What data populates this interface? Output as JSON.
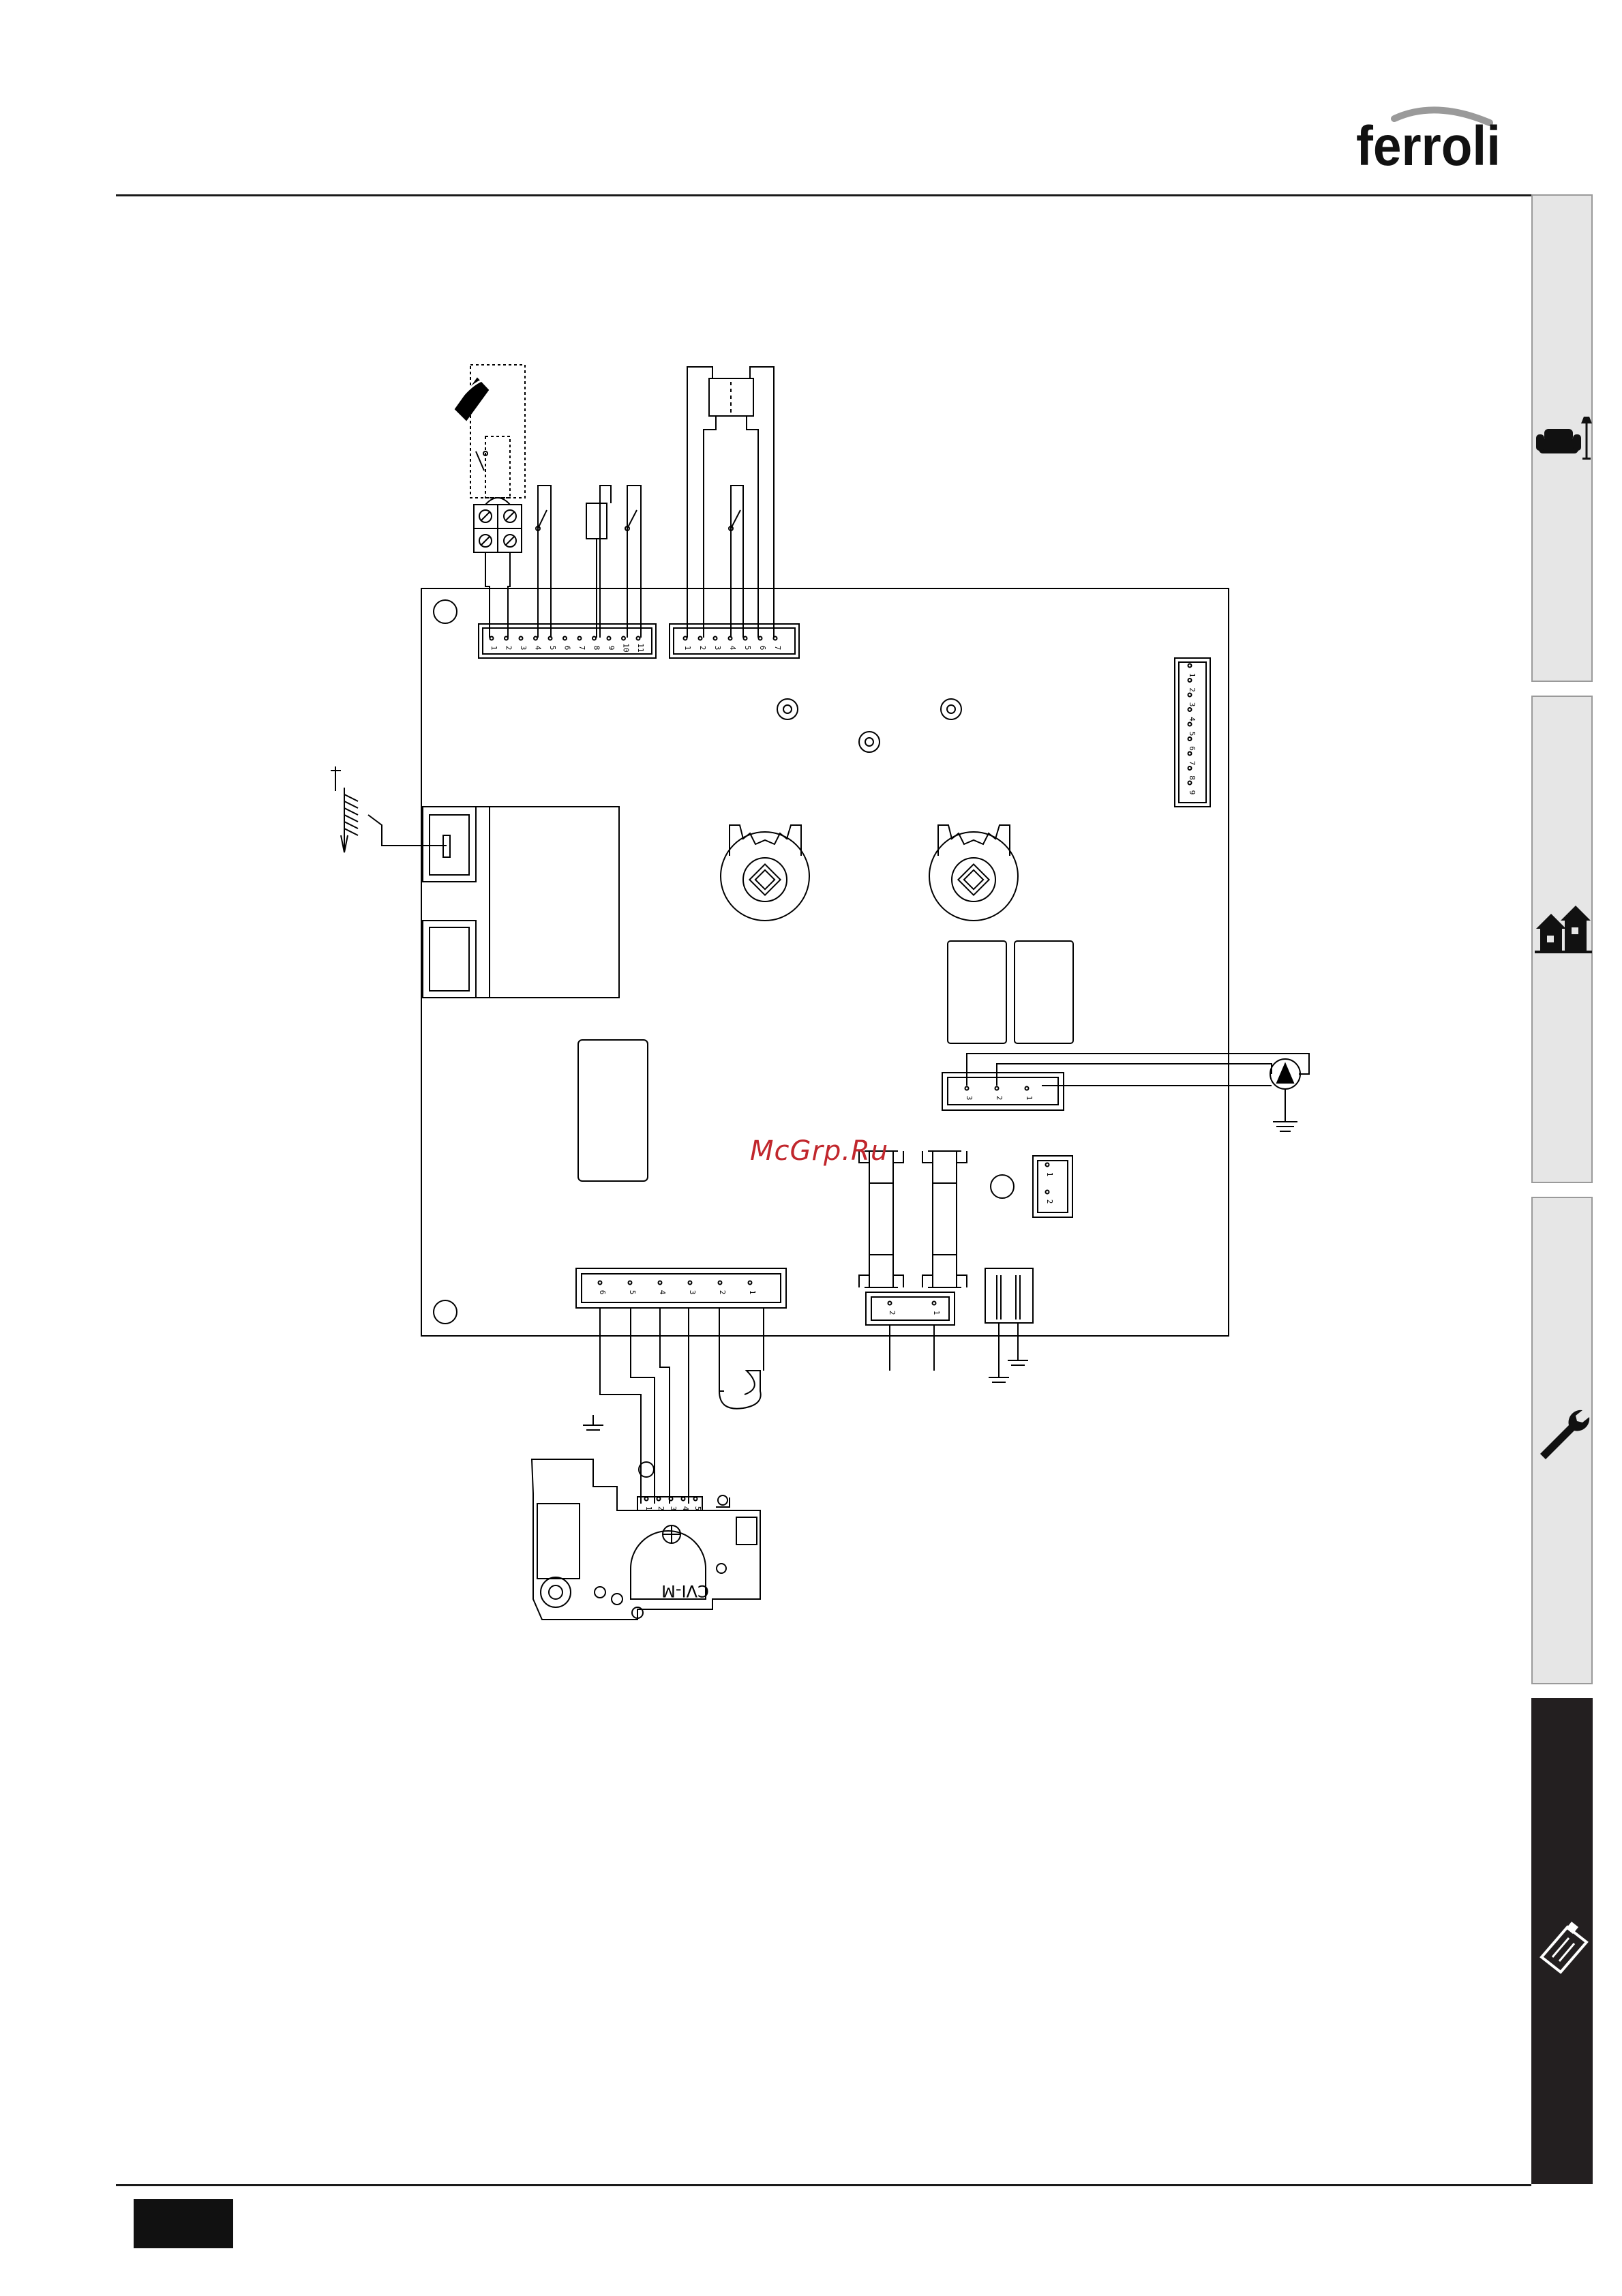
{
  "brand": {
    "name": "ferroli"
  },
  "watermark": {
    "text": "McGrp.Ru"
  },
  "valve": {
    "label": "CVI-M"
  },
  "connectors": {
    "top_left_pins": [
      "1",
      "2",
      "3",
      "4",
      "5",
      "6",
      "7",
      "8",
      "9",
      "10",
      "11"
    ],
    "top_right_pins": [
      "1",
      "2",
      "3",
      "4",
      "5",
      "6",
      "7"
    ],
    "right_side_pins": [
      "1",
      "2",
      "3",
      "4",
      "5",
      "6",
      "7",
      "8",
      "9"
    ],
    "pump_pins": [
      "3",
      "2",
      "1"
    ],
    "small_right_pins": [
      "1",
      "2"
    ],
    "bottom_pins": [
      "6",
      "5",
      "4",
      "3",
      "2",
      "1"
    ],
    "bottom_mid_pins": [
      "2",
      "1"
    ],
    "valve_pins": [
      "1",
      "2",
      "3",
      "4",
      "5"
    ]
  },
  "side_tabs": [
    {
      "icon": "user-sofa-icon",
      "active": false
    },
    {
      "icon": "house-installer-icon",
      "active": false
    },
    {
      "icon": "wrench-icon",
      "active": false
    },
    {
      "icon": "clipboard-icon",
      "active": true
    }
  ]
}
